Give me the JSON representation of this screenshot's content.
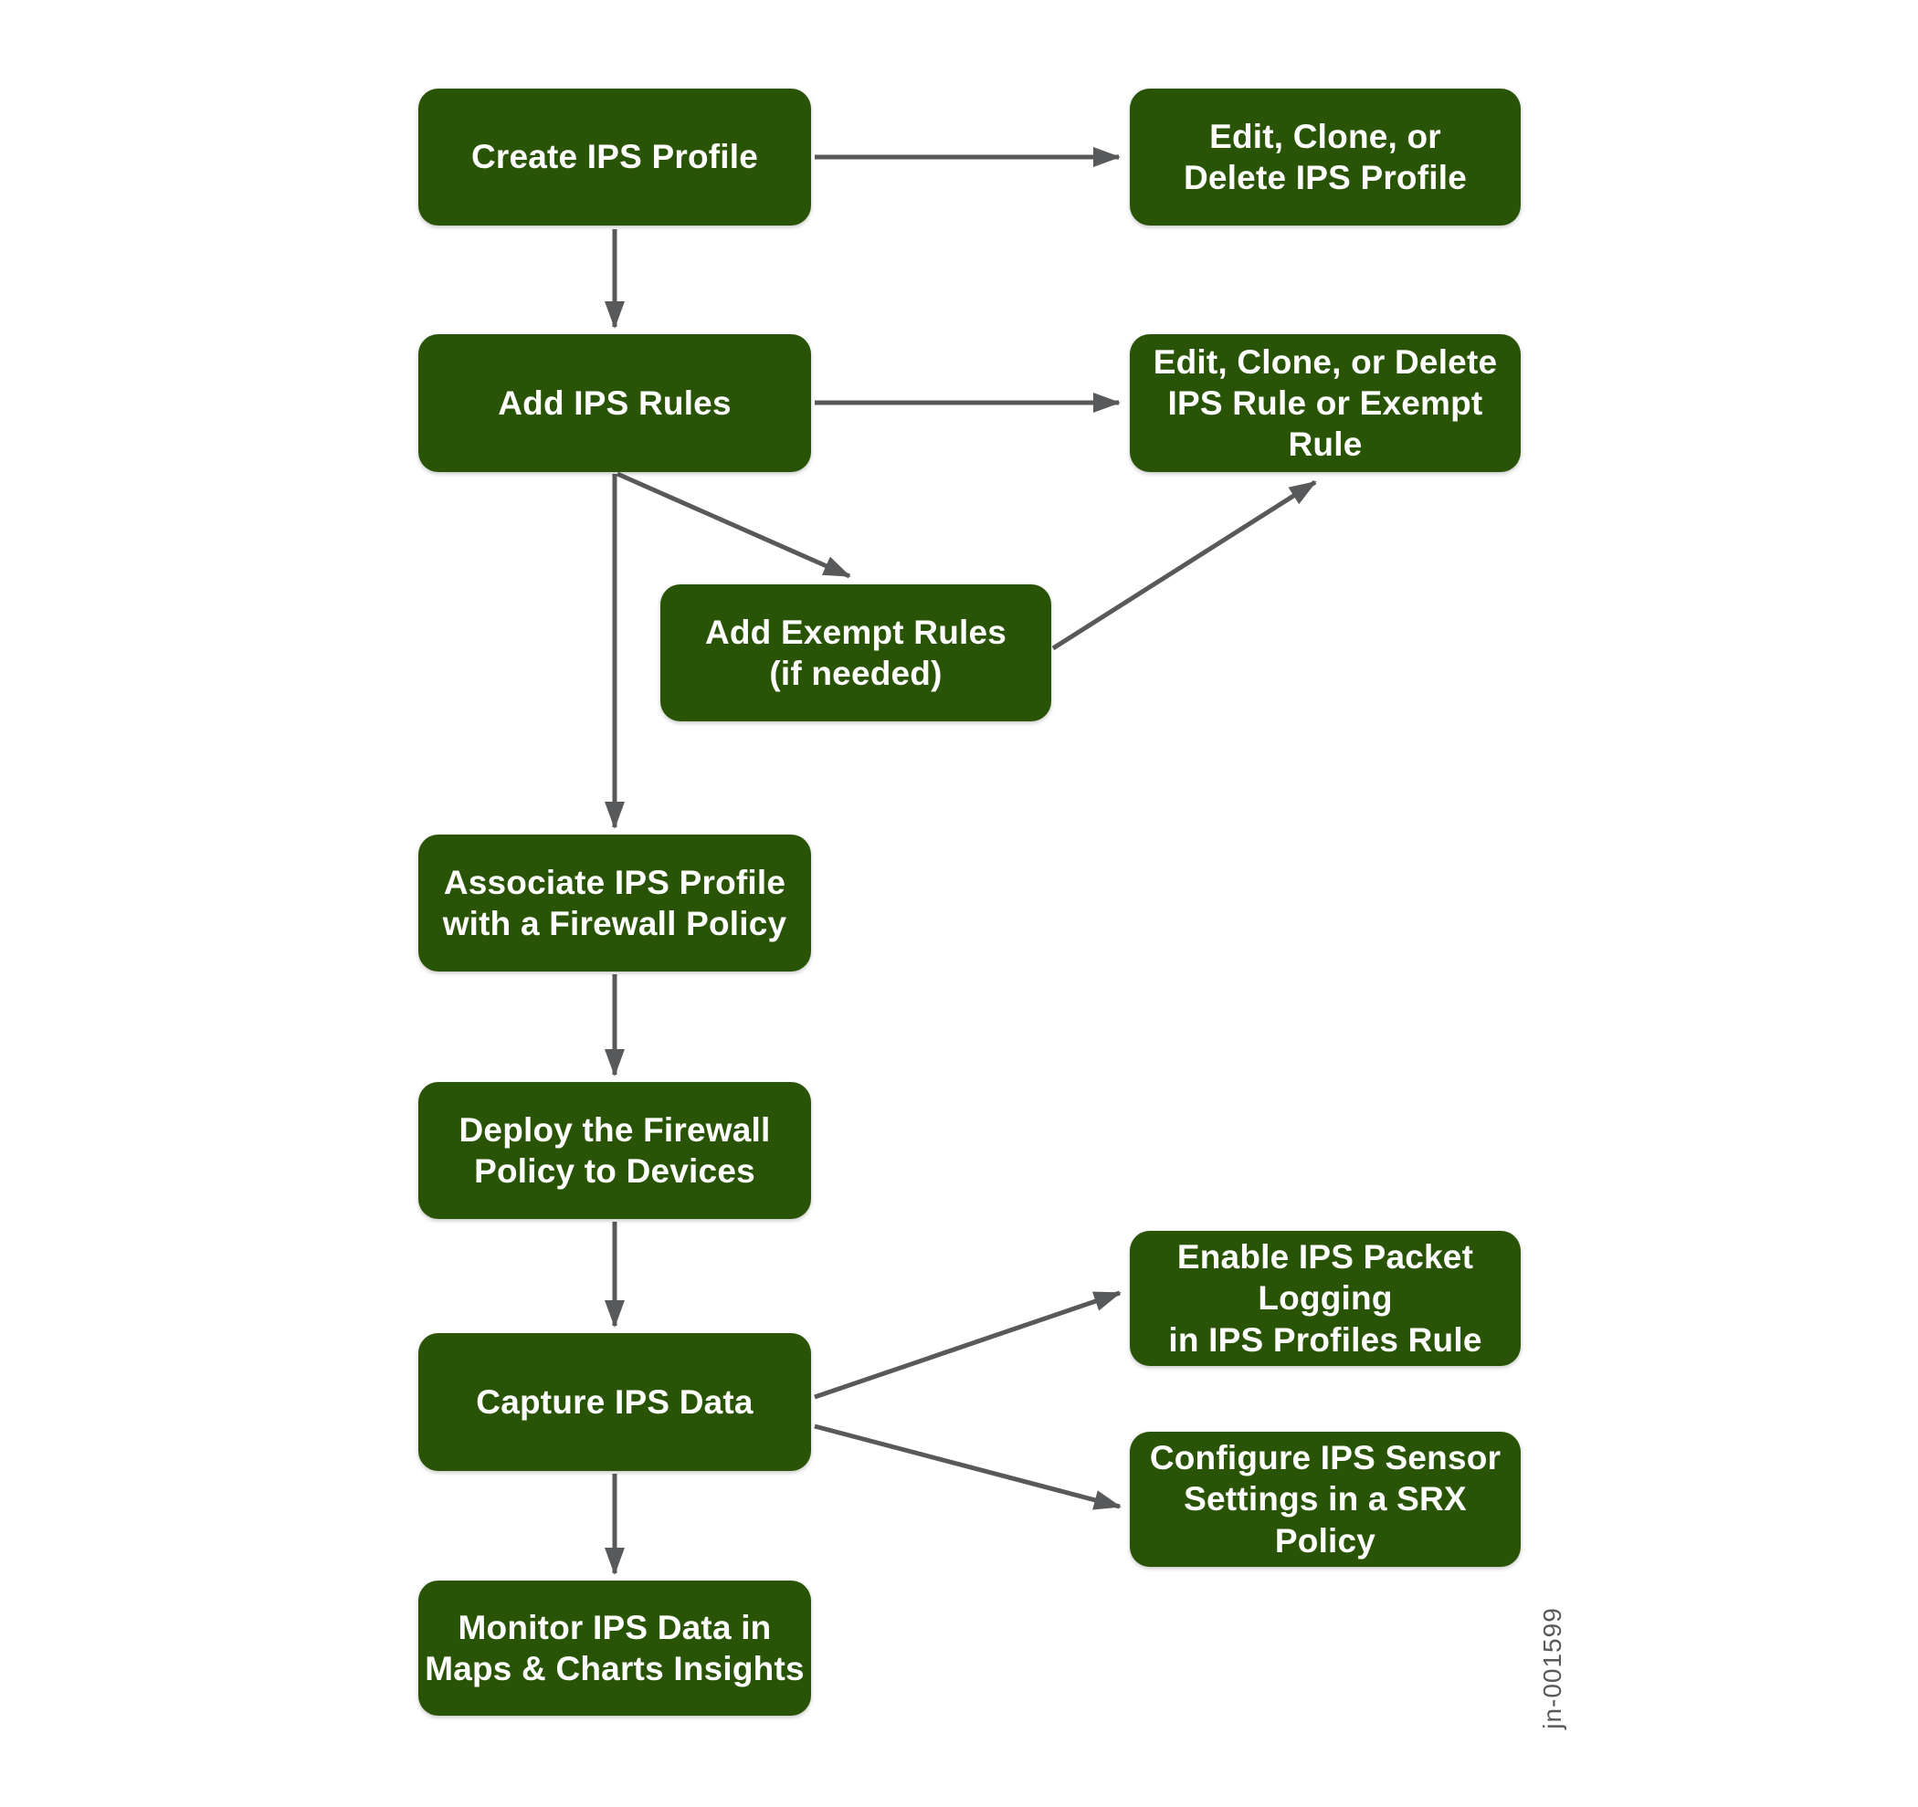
{
  "colors": {
    "node-fill": "#2a5405",
    "node-text": "#ffffff",
    "arrow-color": "#58595b",
    "background": "#ffffff"
  },
  "nodes": [
    {
      "id": "create-ips-profile",
      "label": "Create IPS Profile"
    },
    {
      "id": "edit-clone-delete-ips-profile",
      "label": "Edit, Clone, or\nDelete IPS Profile"
    },
    {
      "id": "add-ips-rules",
      "label": "Add IPS Rules"
    },
    {
      "id": "edit-clone-delete-ips-rule",
      "label": "Edit, Clone, or Delete\nIPS Rule or Exempt Rule"
    },
    {
      "id": "add-exempt-rules",
      "label": "Add Exempt Rules\n(if needed)"
    },
    {
      "id": "associate-ips-profile",
      "label": "Associate IPS Profile\nwith a Firewall Policy"
    },
    {
      "id": "deploy-firewall-policy",
      "label": "Deploy the Firewall\nPolicy to Devices"
    },
    {
      "id": "capture-ips-data",
      "label": "Capture IPS Data"
    },
    {
      "id": "enable-ips-packet-logging",
      "label": "Enable IPS Packet Logging\nin IPS Profiles Rule"
    },
    {
      "id": "configure-ips-sensor",
      "label": "Configure IPS Sensor\nSettings in a SRX Policy"
    },
    {
      "id": "monitor-ips-data",
      "label": "Monitor IPS Data in\nMaps & Charts Insights"
    }
  ],
  "edges": [
    {
      "from": "create-ips-profile",
      "to": "edit-clone-delete-ips-profile"
    },
    {
      "from": "create-ips-profile",
      "to": "add-ips-rules"
    },
    {
      "from": "add-ips-rules",
      "to": "edit-clone-delete-ips-rule"
    },
    {
      "from": "add-ips-rules",
      "to": "add-exempt-rules"
    },
    {
      "from": "add-exempt-rules",
      "to": "edit-clone-delete-ips-rule"
    },
    {
      "from": "add-ips-rules",
      "to": "associate-ips-profile"
    },
    {
      "from": "associate-ips-profile",
      "to": "deploy-firewall-policy"
    },
    {
      "from": "deploy-firewall-policy",
      "to": "capture-ips-data"
    },
    {
      "from": "capture-ips-data",
      "to": "enable-ips-packet-logging"
    },
    {
      "from": "capture-ips-data",
      "to": "configure-ips-sensor"
    },
    {
      "from": "capture-ips-data",
      "to": "monitor-ips-data"
    }
  ],
  "watermark": "jn-001599"
}
